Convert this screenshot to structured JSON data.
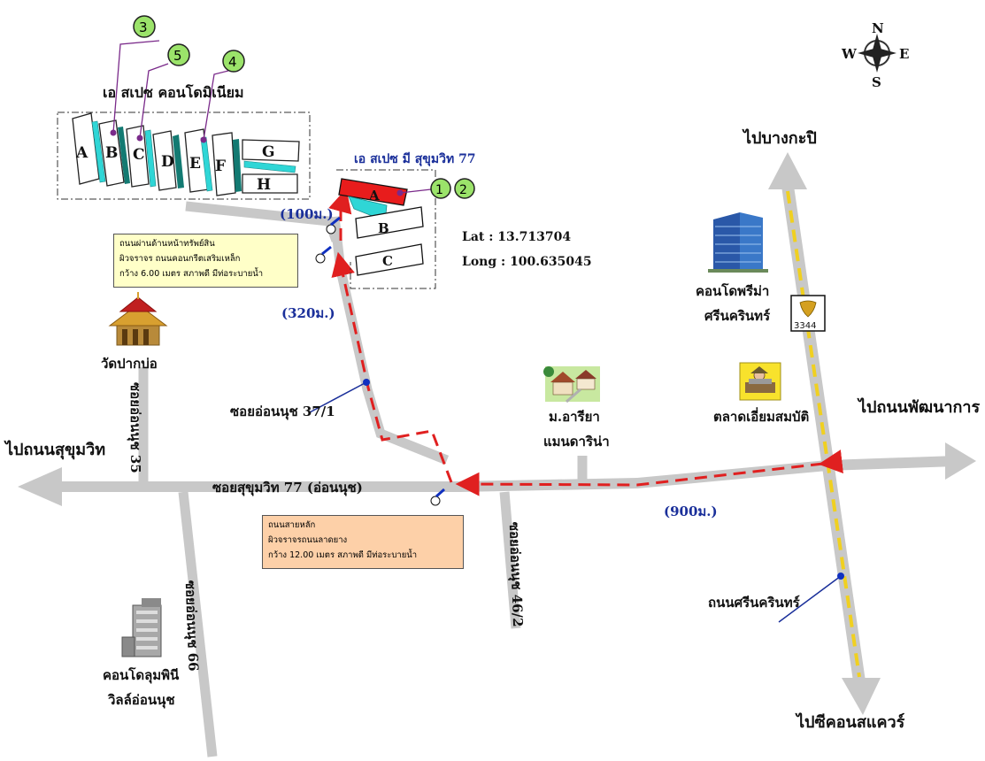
{
  "compass": {
    "north": "N",
    "south": "S",
    "east": "E",
    "west": "W"
  },
  "project": {
    "condo_label": "เอ สเปซ คอนโดมิเนียม",
    "site_label": "เอ สเปซ มี สุขุมวิท 77",
    "buildings_left": [
      "A",
      "B",
      "C",
      "D",
      "E",
      "F",
      "G",
      "H"
    ],
    "buildings_site": [
      "A",
      "B",
      "C"
    ],
    "markers": [
      "3",
      "5",
      "4",
      "1",
      "2"
    ],
    "lat": "Lat   : 13.713704",
    "long": "Long : 100.635045"
  },
  "distances": {
    "d100": "(100ม.)",
    "d320": "(320ม.)",
    "d900": "(900ม.)"
  },
  "roads": {
    "main": "ซอยสุขุมวิท 77 (อ่อนนุช)",
    "soi37": "ซอยอ่อนนุช 37/1",
    "soi35": "ซอยอ่อนนุช 35",
    "soi66": "ซอยอ่อนนุช 66",
    "soi46": "ซอยอ่อนนุช 46/2",
    "srinakarin": "ถนนศรีนครินทร์"
  },
  "directions": {
    "west": "ไปถนนสุขุมวิท",
    "north": "ไปบางกะปิ",
    "east": "ไปถนนพัฒนาการ",
    "south": "ไปซีคอนสแควร์"
  },
  "places": {
    "wat": "วัดปากบ่อ",
    "condo_prima_1": "คอนโดพรีม่า",
    "condo_prima_2": "ศรีนครินทร์",
    "road_sign": "3344",
    "market": "ตลาดเอี่ยมสมบัติ",
    "ariya_1": "ม.อารียา",
    "ariya_2": "แมนดาริน่า",
    "lumpini_1": "คอนโดลุมพินี",
    "lumpini_2": "วิลล์อ่อนนุช"
  },
  "notes": {
    "access": [
      "ถนนผ่านด้านหน้าทรัพย์สิน",
      "ผิวจราจร ถนนคอนกรีตเสริมเหล็ก",
      "กว้าง 6.00 เมตร สภาพดี มีท่อระบายน้ำ"
    ],
    "main": [
      "ถนนสายหลัก",
      "ผิวจราจรถนนลาดยาง",
      "กว้าง 12.00 เมตร สภาพดี มีท่อระบายน้ำ"
    ]
  },
  "colors": {
    "road": "#c8c8c8",
    "route": "#e02020",
    "label_blue": "#1a2f9a",
    "marker_green": "#9be36a",
    "site_red": "#e81c1c",
    "note_yellow": "#ffffc8",
    "note_orange": "#fdd0a8"
  }
}
